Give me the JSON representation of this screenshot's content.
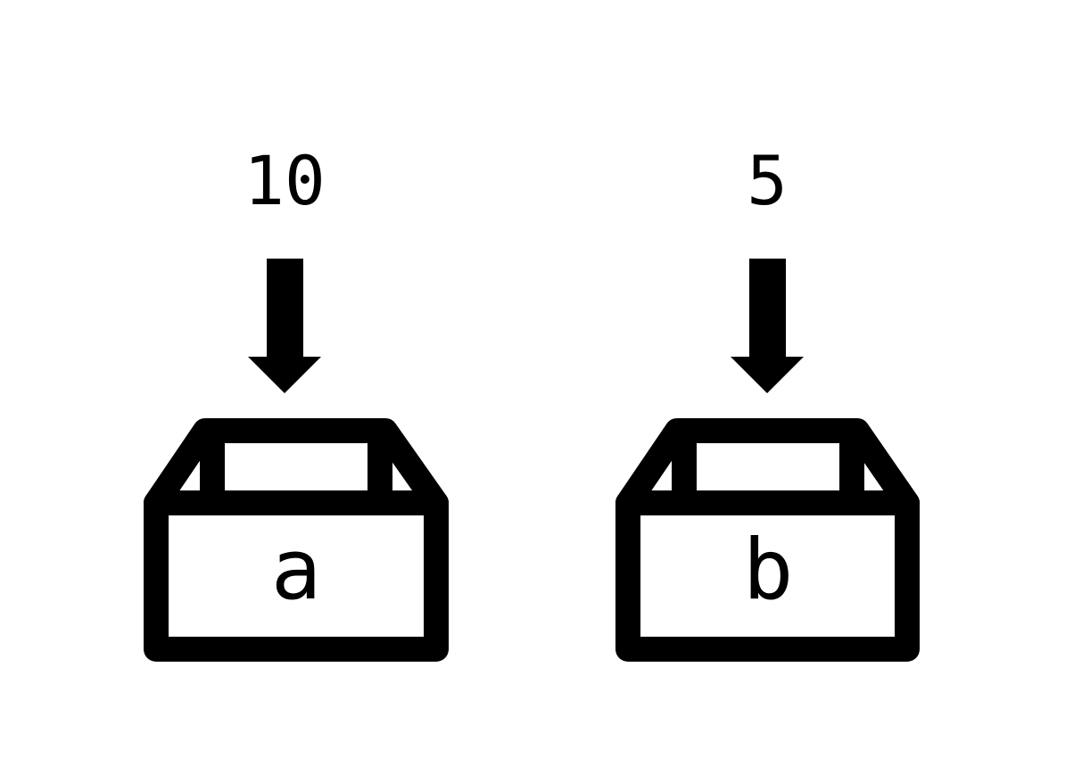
{
  "colors": {
    "ink": "#000000",
    "background": "#ffffff"
  },
  "boxes": [
    {
      "value": "10",
      "variable": "a",
      "arrow_icon": "arrow-down-icon",
      "box_icon": "open-box-icon"
    },
    {
      "value": "5",
      "variable": "b",
      "arrow_icon": "arrow-down-icon",
      "box_icon": "open-box-icon"
    }
  ]
}
